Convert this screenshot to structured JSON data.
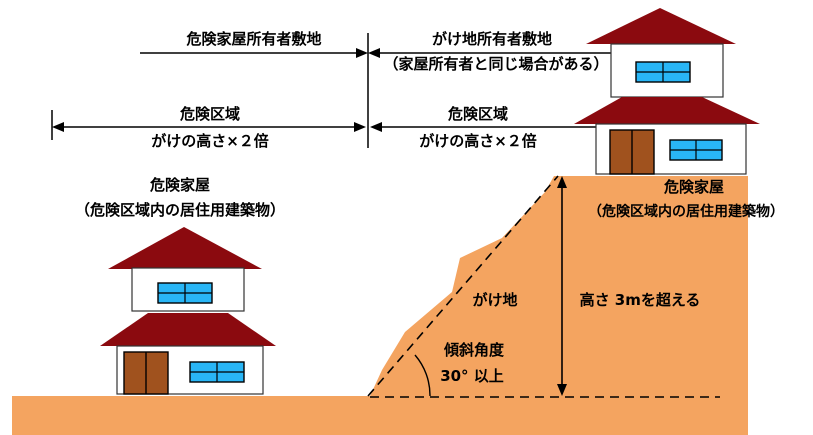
{
  "labels": {
    "owner_house_land": "危険家屋所有者敷地",
    "cliff_owner_land": "がけ地所有者敷地",
    "cliff_owner_note": "（家屋所有者と同じ場合がある）",
    "danger_zone_left": "危険区域",
    "danger_zone_left_formula": "がけの高さ×２倍",
    "danger_zone_right": "危険区域",
    "danger_zone_right_formula": "がけの高さ×２倍",
    "danger_house_left": "危険家屋",
    "danger_house_left_note": "（危険区域内の居住用建築物）",
    "danger_house_right": "危険家屋",
    "danger_house_right_note": "（危険区域内の居住用建築物）",
    "cliff": "がけ地",
    "height_rule": "高さ 3mを超える",
    "slope_angle": "傾斜角度",
    "slope_value": "30°  以上"
  },
  "colors": {
    "ground": "#F4A460",
    "roof": "#8B0A0F",
    "wall": "#FFFFFF",
    "door": "#A0521E",
    "window": "#29B6F6",
    "line": "#000000"
  }
}
